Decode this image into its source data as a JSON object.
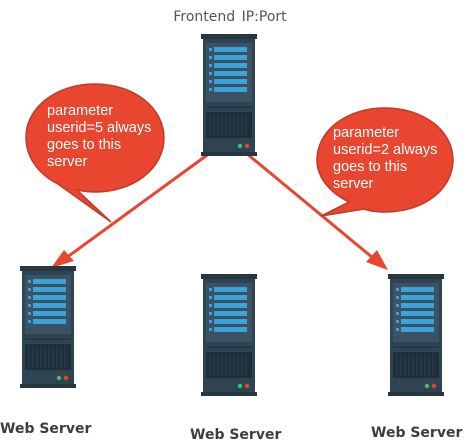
{
  "frontend": {
    "label": "Frontend  IP:Port"
  },
  "servers": [
    {
      "label": "Web Server"
    },
    {
      "label": "Web Server"
    },
    {
      "label": "Web Server"
    }
  ],
  "callouts": [
    {
      "lines": [
        "parameter",
        "userid=5 always",
        "goes to this",
        "server"
      ]
    },
    {
      "lines": [
        "parameter",
        "userid=2 always",
        "goes to this",
        "server"
      ]
    }
  ],
  "colors": {
    "arrow": "#e8462f",
    "callout_fill": "#e8462f",
    "callout_border": "#c0392b",
    "server_body": "#2f4452",
    "server_panel": "#3e5566",
    "server_bar": "#3ba3d8",
    "server_vent": "#1f2f3a"
  },
  "icons": {
    "server": "server-icon",
    "arrow": "arrow-icon",
    "callout": "speech-bubble"
  }
}
